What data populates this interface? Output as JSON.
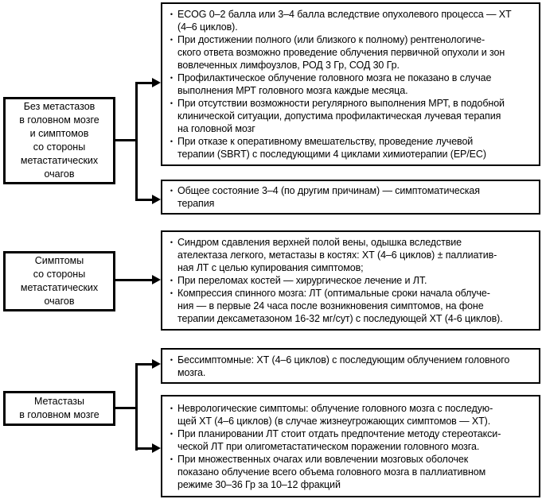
{
  "glyphs": {
    "bullet": "•"
  },
  "colors": {
    "line": "#000000",
    "background": "#ffffff",
    "text": "#000000"
  },
  "diagram": {
    "left_nodes": [
      {
        "label": "Без метастазов\nв головном мозге\nи симптомов\nсо стороны\nметастатических\nочагов"
      },
      {
        "label": "Симптомы\nсо стороны\nметастатических\nочагов"
      },
      {
        "label": "Метастазы\nв головном мозге"
      }
    ],
    "right_nodes": [
      {
        "bullets": [
          "ECOG 0–2 балла или 3–4 балла вследствие опухолевого процесса — ХТ\n(4–6 циклов).",
          "При достижении полного (или близкого к полному) рентгенологиче-\nского ответа возможно проведение облучения первичной опухоли и зон\nвовлеченных лимфоузлов, РОД 3 Гр, СОД 30 Гр.",
          "Профилактическое облучение головного мозга не показано в случае\nвыполнения МРТ головного мозга каждые месяца.",
          "При отсутствии возможности регулярного выполнения МРТ, в подобной\nклинической ситуации, допустима профилактическая лучевая терапия\nна головной мозг",
          "При отказе к оперативному вмешательству, проведение лучевой\nтерапии (SBRT) с последующими 4 циклами химиотерапии (EP/EC)"
        ]
      },
      {
        "bullets": [
          "Общее состояние 3–4 (по другим причинам) — симптоматическая\nтерапия"
        ]
      },
      {
        "bullets": [
          "Синдром сдавления верхней полой вены, одышка вследствие\nателектаза легкого, метастазы в костях: ХТ (4–6 циклов) ± паллиатив-\nная ЛТ с целью купирования симптомов;",
          "При переломах костей — хирургическое лечение и ЛТ.",
          "Компрессия спинного мозга: ЛТ (оптимальные сроки начала облуче-\nния — в первые 24 часа после возникновения симптомов, на фоне\nтерапии дексаметазоном 16-32 мг/сут) с последующей ХТ (4-6 циклов)."
        ]
      },
      {
        "bullets": [
          "Бессимптомные: ХТ (4–6 циклов) с последующим облучением головного\nмозга."
        ]
      },
      {
        "bullets": [
          "Неврологические симптомы: облучение головного мозга с последую-\nщей ХТ (4–6 циклов) (в случае жизнеугрожающих симптомов — ХТ).",
          "При планировании ЛТ стоит отдать предпочтение методу стереотакси-\nческой ЛТ при олигометастатическом поражении головного мозга.",
          "При множественных очагах или вовлечении мозговых оболочек\nпоказано облучение всего объема головного мозга в паллиативном\nрежиме 30–36 Гр за 10–12 фракций"
        ]
      }
    ]
  }
}
